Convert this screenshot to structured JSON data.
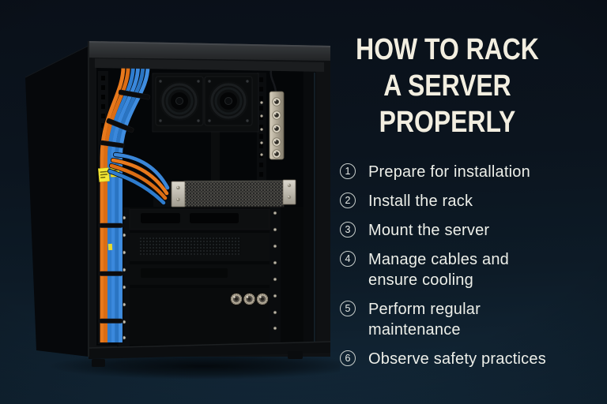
{
  "title": {
    "lines": [
      "HOW TO RACK",
      "A SERVER",
      "PROPERLY"
    ],
    "color": "#f2eee0"
  },
  "steps": [
    {
      "num": "1",
      "label": "Prepare for installation"
    },
    {
      "num": "2",
      "label": "Install the rack"
    },
    {
      "num": "3",
      "label": "Mount the server"
    },
    {
      "num": "4",
      "label": "Manage cables and\nensure cooling"
    },
    {
      "num": "5",
      "label": "Perform regular\nmaintenance"
    },
    {
      "num": "6",
      "label": "Observe safety practices"
    }
  ],
  "photo": {
    "subject": "open server rack cabinet with bundled cables, two cooling fans, vertical power strip and a 1U server",
    "colors": {
      "cable_orange": "#e8791c",
      "cable_blue": "#2f7ecf",
      "label_yellow": "#f6e935",
      "metal_silver": "#cdc8bc",
      "cabinet_black": "#0f1113",
      "background_navy": "#0b141e"
    }
  }
}
